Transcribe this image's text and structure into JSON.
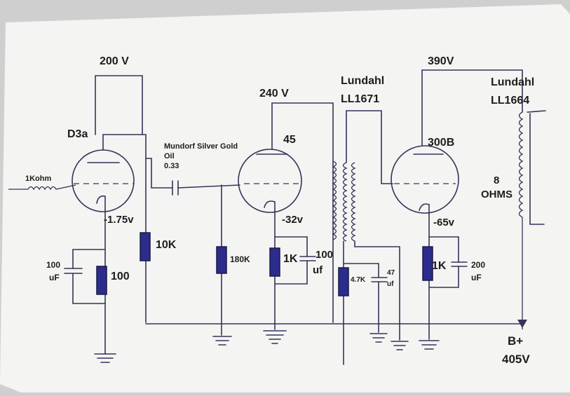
{
  "schematic": {
    "tubes": {
      "driver": "D3a",
      "middle": "45",
      "output": "300B"
    },
    "voltages": {
      "d3a_plate": "200 V",
      "tube45_plate": "240 V",
      "tube300b_plate": "390V",
      "d3a_cathode": "-1.75v",
      "tube45_cathode": "-32v",
      "tube300b_cathode": "-65v",
      "bplus": "B+",
      "bplus_value": "405V"
    },
    "coupling_cap": {
      "line1": "Mundorf Silver Gold",
      "line2": "Oil",
      "value": "0.33"
    },
    "transformers": {
      "interstage_brand": "Lundahl",
      "interstage_model": "LL1671",
      "output_brand": "Lundahl",
      "output_model": "LL1664",
      "load_value": "8",
      "load_unit": "OHMS"
    },
    "components": {
      "grid_stopper": "1Kohm",
      "d3a_cap_value": "100",
      "d3a_cap_unit": "uF",
      "d3a_cathode_res": "100",
      "d3a_plate_res": "10K",
      "grid_leak": "180K",
      "tube45_cathode_res": "1K",
      "tube45_cap_value": "100",
      "tube45_cap_unit": "uf",
      "bias_res": "4.7K",
      "bias_cap_value": "47",
      "bias_cap_unit": "uf",
      "tube300b_cathode_res": "1K",
      "tube300b_cap_value": "200",
      "tube300b_cap_unit": "uF"
    }
  }
}
